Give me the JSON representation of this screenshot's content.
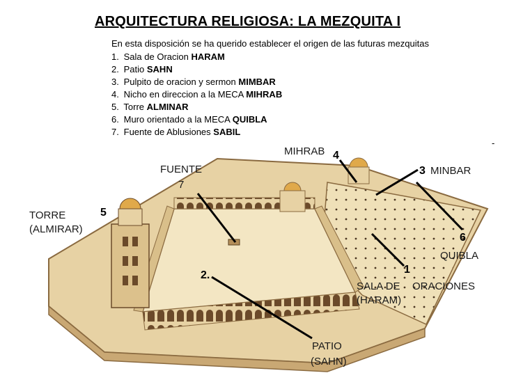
{
  "title": "ARQUITECTURA RELIGIOSA: LA MEZQUITA  I",
  "intro": "En esta disposición se ha querido establecer el origen de las futuras mezquitas",
  "legend": [
    {
      "num": "1.",
      "text": "Sala de Oracion ",
      "bold": "HARAM"
    },
    {
      "num": "2.",
      "text": "Patio ",
      "bold": "SAHN"
    },
    {
      "num": "3.",
      "text": "Pulpito de oracion y sermon ",
      "bold": "MIMBAR"
    },
    {
      "num": "4.",
      "text": "Nicho en direccion a la MECA ",
      "bold": "MIHRAB"
    },
    {
      "num": "5.",
      "text": "Torre ",
      "bold": "ALMINAR"
    },
    {
      "num": "6.",
      "text": "Muro orientado a la MECA ",
      "bold": "QUIBLA"
    },
    {
      "num": "7.",
      "text": "Fuente de Ablusiones ",
      "bold": "SABIL"
    }
  ],
  "labels": {
    "fuente_1": "FUENTE",
    "fuente_2": "7",
    "mihrab": "MIHRAB",
    "mihrab_num": "4",
    "minbar_num": "3",
    "minbar": "MINBAR",
    "torre_1": "TORRE",
    "torre_2": "(ALMIRAR)",
    "torre_num": "5",
    "quibla_num": "6",
    "quibla": "QUIBLA",
    "sala_num": "1",
    "sala_1": "SALA DE",
    "sala_2": "ORACIONES",
    "sala_3": "(HARAM)",
    "patio_num": "2.",
    "patio_1": "PATIO",
    "patio_2": "(SAHN)"
  },
  "dash": "-",
  "colors": {
    "stone": "#e7d2a4",
    "stone_dark": "#c9a874",
    "courtyard": "#f3e6c3",
    "roof": "#efe0b8",
    "dome": "#e0a94a"
  }
}
